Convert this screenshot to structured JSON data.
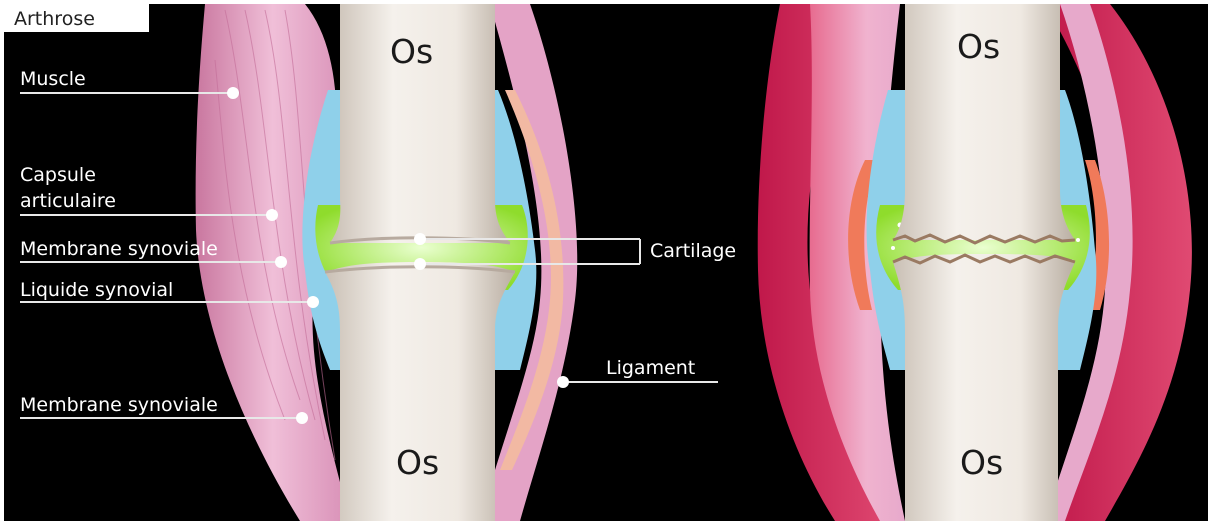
{
  "title": "Arthrose",
  "labels": {
    "muscle": "Muscle",
    "capsule_line1": "Capsule",
    "capsule_line2": "articulaire",
    "membrane_top": "Membrane synoviale",
    "liquide": "Liquide synovial",
    "membrane_bottom": "Membrane synoviale",
    "cartilage": "Cartilage",
    "ligament": "Ligament"
  },
  "bones": {
    "left_top": "Os",
    "left_bottom": "Os",
    "right_top": "Os",
    "right_bottom": "Os"
  },
  "colors": {
    "background": "#000000",
    "muscle": "#e7a9cb",
    "muscle_inflamed": "#d63a62",
    "bone": "#ece6df",
    "capsule_fluid": "#8fd0ea",
    "cartilage_green": "#9ae03a",
    "ligament": "#f1b8a3"
  }
}
